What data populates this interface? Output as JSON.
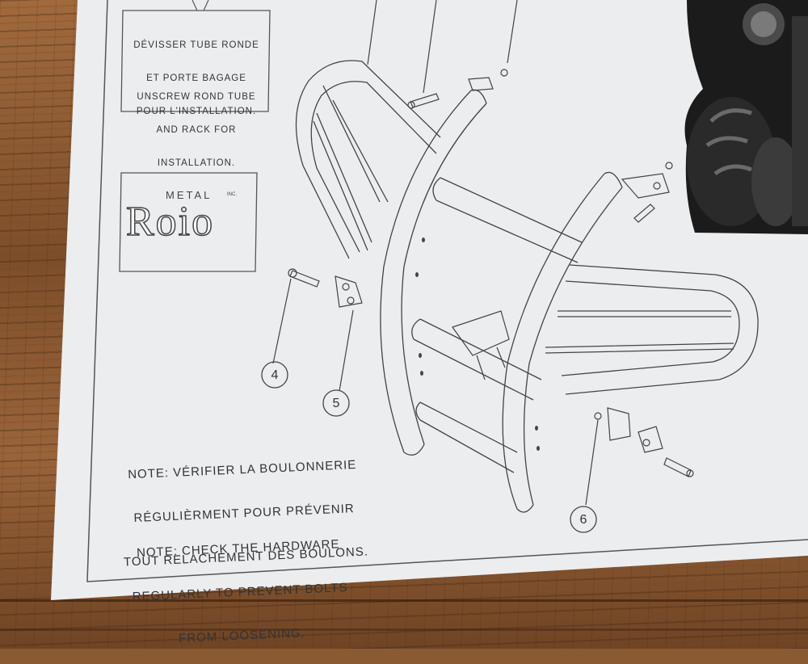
{
  "instructions_fr": [
    "DÉVISSER TUBE RONDE",
    "ET PORTE BAGAGE",
    "POUR L'INSTALLATION."
  ],
  "instructions_en": [
    "UNSCREW ROND TUBE",
    "AND RACK FOR",
    "INSTALLATION."
  ],
  "logo_small": "METAL",
  "logo_inc": "INC.",
  "logo_big": "Roio",
  "callouts": [
    "4",
    "5",
    "6"
  ],
  "note_fr": [
    "NOTE: VÉRIFIER LA BOULONNERIE",
    "RÉGULIÈRMENT POUR PRÉVENIR",
    "TOUT RELACHEMENT DES BOULONS."
  ],
  "note_en": [
    "NOTE: CHECK THE HARDWARE",
    "REGULARLY TO PREVENT BOLTS",
    "FROM LOOSENING."
  ],
  "colors": {
    "paper": "#ecedef",
    "ink": "#3a3a3a",
    "wood": "#8a5a33"
  }
}
